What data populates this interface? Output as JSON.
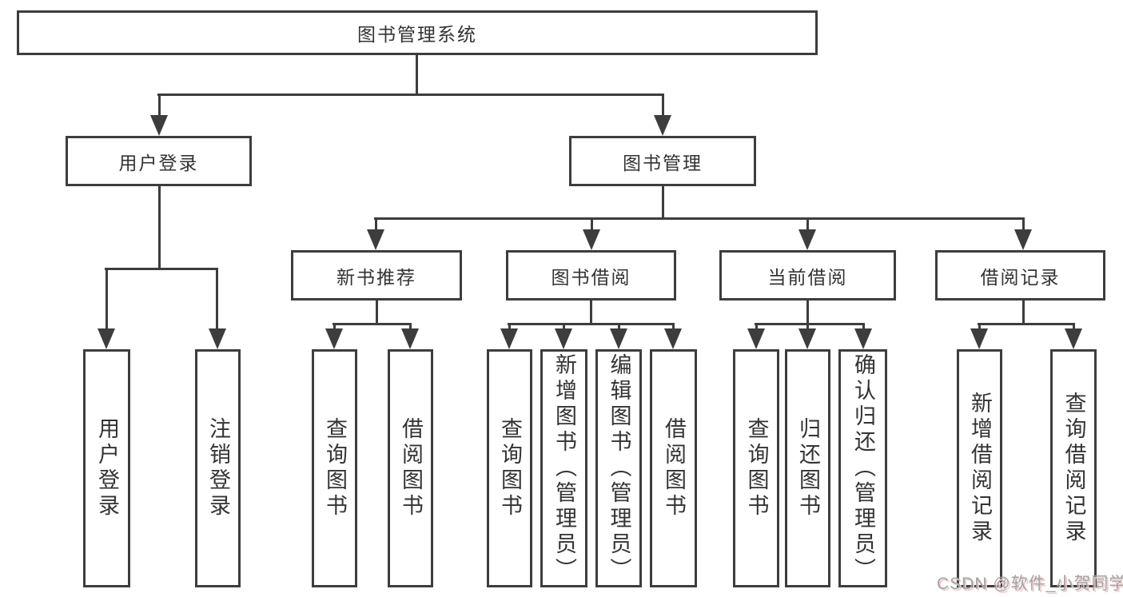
{
  "diagram": {
    "root": {
      "label": "图书管理系统"
    },
    "children": [
      {
        "label": "用户登录",
        "children": [
          {
            "label": "用户登录"
          },
          {
            "label": "注销登录"
          }
        ]
      },
      {
        "label": "图书管理",
        "children": [
          {
            "label": "新书推荐",
            "children": [
              {
                "label": "查询图书"
              },
              {
                "label": "借阅图书"
              }
            ]
          },
          {
            "label": "图书借阅",
            "children": [
              {
                "label": "查询图书"
              },
              {
                "label": "新增图书（管理员）"
              },
              {
                "label": "编辑图书（管理员）"
              },
              {
                "label": "借阅图书"
              }
            ]
          },
          {
            "label": "当前借阅",
            "children": [
              {
                "label": "查询图书"
              },
              {
                "label": "归还图书"
              },
              {
                "label": "确认归还（管理员）"
              }
            ]
          },
          {
            "label": "借阅记录",
            "children": [
              {
                "label": "新增借阅记录"
              },
              {
                "label": "查询借阅记录"
              }
            ]
          }
        ]
      }
    ]
  },
  "watermark": {
    "text": "CSDN @软件_小贺同学"
  },
  "colors": {
    "line": "#3d3d3d",
    "box_border": "#3d3d3d",
    "text": "#333333",
    "background": "#ffffff",
    "watermark_text": "#a3a3a3",
    "watermark_shadow": "#eecaca"
  }
}
